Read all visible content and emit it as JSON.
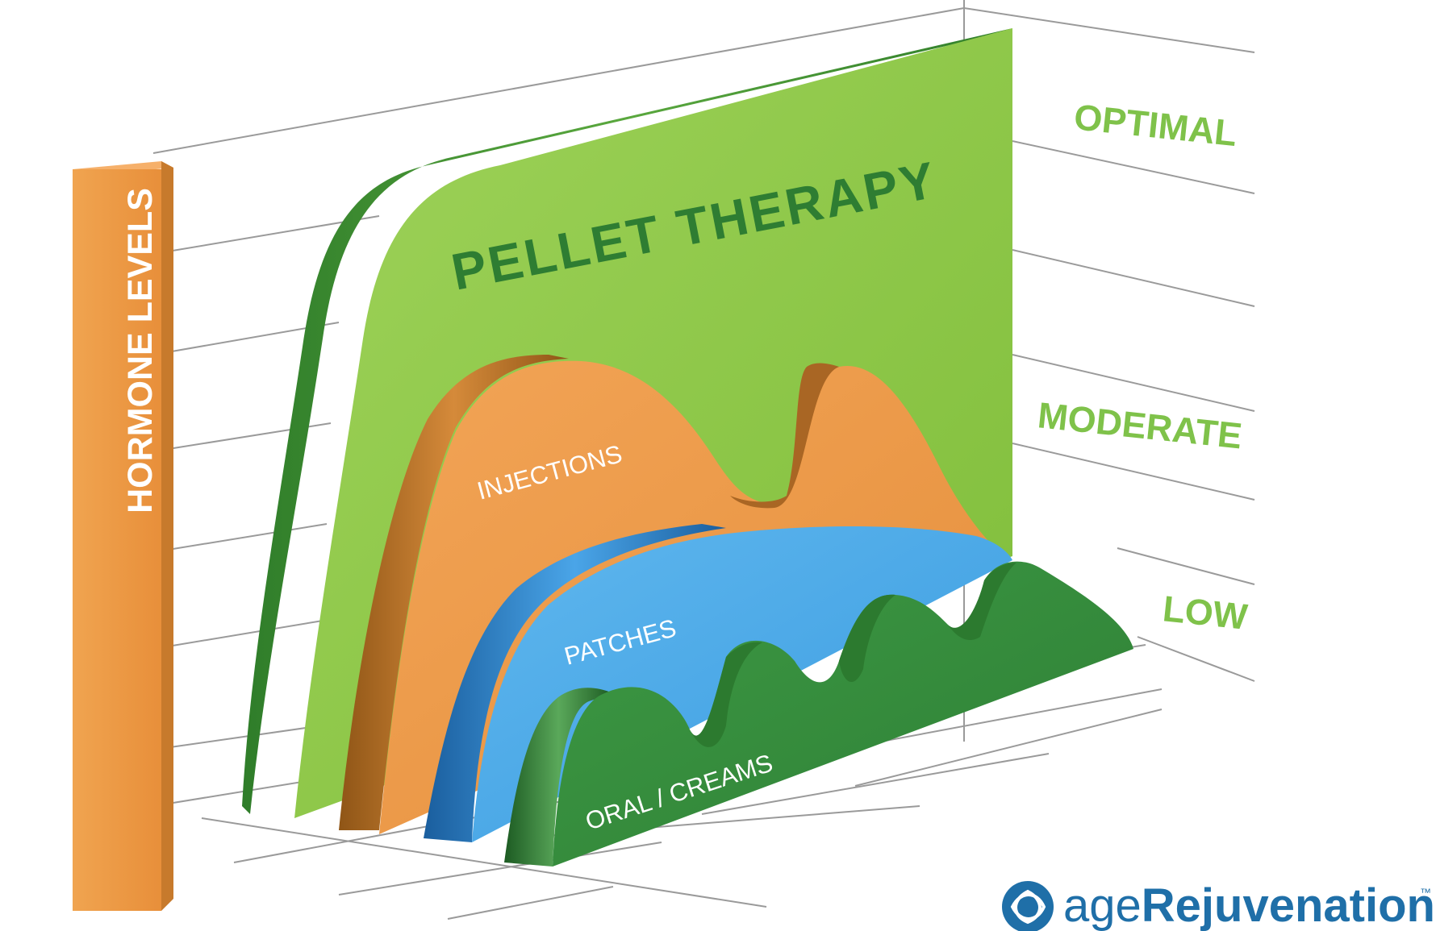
{
  "chart_data": {
    "type": "area",
    "title": "",
    "ylabel": "HORMONE LEVELS",
    "xlabel": "",
    "level_labels": [
      "OPTIMAL",
      "MODERATE",
      "LOW"
    ],
    "grid": true,
    "legend": "none",
    "series": [
      {
        "name": "PELLET THERAPY",
        "color": "#8cc63f",
        "side_color": "#3f8f2f",
        "values": [
          0.0,
          0.45,
          0.86,
          0.95,
          0.97,
          0.98,
          0.99,
          1.0
        ]
      },
      {
        "name": "INJECTIONS",
        "color": "#ec9a4a",
        "side_color": "#a86624",
        "values": [
          0.0,
          0.55,
          0.76,
          0.8,
          0.68,
          0.52,
          0.72,
          0.62,
          0.1
        ]
      },
      {
        "name": "PATCHES",
        "color": "#4aa9e4",
        "side_color": "#236fb0",
        "values": [
          0.0,
          0.45,
          0.62,
          0.66,
          0.66,
          0.64,
          0.6
        ]
      },
      {
        "name": "ORAL / CREAMS",
        "color": "#3a8f3e",
        "side_color": "#1f5f24",
        "values": [
          0.0,
          0.35,
          0.18,
          0.35,
          0.18,
          0.35,
          0.18,
          0.35,
          0.0
        ]
      }
    ]
  },
  "brand": {
    "name_part1": "age",
    "name_part2": "Rejuvenation",
    "tm": "™",
    "color": "#1f6fa8"
  }
}
